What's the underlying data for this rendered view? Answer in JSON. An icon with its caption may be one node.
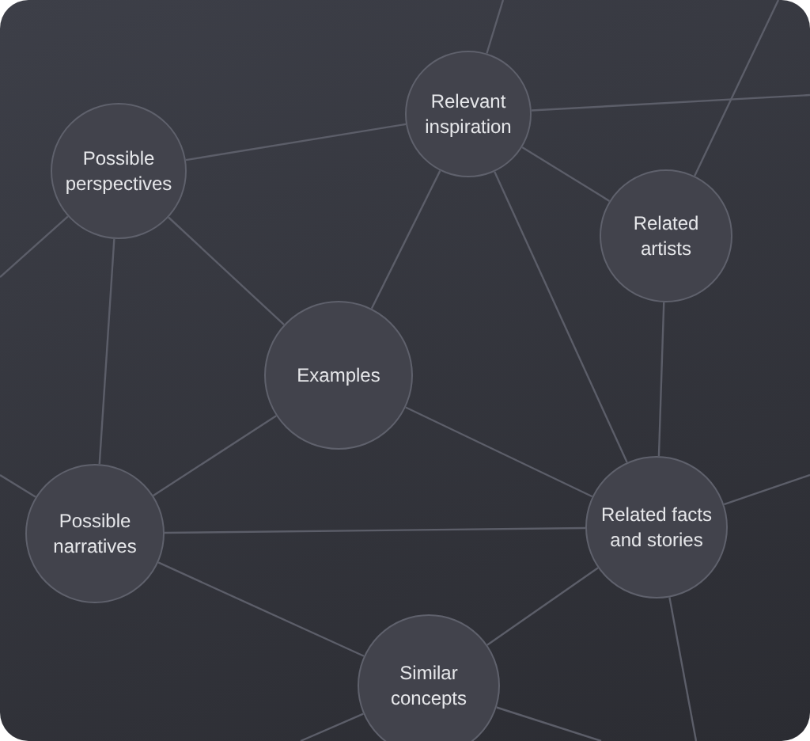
{
  "diagram": {
    "nodes": [
      {
        "text": [
          "Relevant inspiration"
        ]
      },
      {
        "text": [
          "Possible perspectives"
        ]
      },
      {
        "text": [
          "Related artists"
        ]
      },
      {
        "text": [
          "Examples"
        ]
      },
      {
        "text": [
          "Possible narratives"
        ]
      },
      {
        "text": [
          "Related facts and stories"
        ]
      },
      {
        "text": [
          "Similar concepts"
        ]
      }
    ],
    "edges": [
      {
        "from": 1,
        "to": 0,
        "arrow": "none"
      },
      {
        "from": 0,
        "to": 2,
        "arrow": "none"
      },
      {
        "from": 0,
        "to": 3,
        "arrow": "none"
      },
      {
        "from": 0,
        "to": 5,
        "arrow": "none"
      },
      {
        "from": 1,
        "to": 3,
        "arrow": "none"
      },
      {
        "from": 1,
        "to": 4,
        "arrow": "none"
      },
      {
        "from": 3,
        "to": 4,
        "arrow": "none"
      },
      {
        "from": 3,
        "to": 5,
        "arrow": "none"
      },
      {
        "from": 2,
        "to": 5,
        "arrow": "none"
      },
      {
        "from": 4,
        "to": 5,
        "arrow": "none"
      },
      {
        "from": 4,
        "to": 6,
        "arrow": "none"
      },
      {
        "from": 5,
        "to": 6,
        "arrow": "none"
      },
      {
        "from": 1,
        "to": null,
        "arrow": "none"
      },
      {
        "from": 0,
        "to": null,
        "arrow": "none"
      },
      {
        "from": 0,
        "to": null,
        "arrow": "none"
      },
      {
        "from": 2,
        "to": null,
        "arrow": "none"
      },
      {
        "from": 5,
        "to": null,
        "arrow": "none"
      },
      {
        "from": 5,
        "to": null,
        "arrow": "none"
      },
      {
        "from": 6,
        "to": null,
        "arrow": "none"
      },
      {
        "from": 6,
        "to": null,
        "arrow": "none"
      },
      {
        "from": 4,
        "to": null,
        "arrow": "none"
      }
    ]
  }
}
